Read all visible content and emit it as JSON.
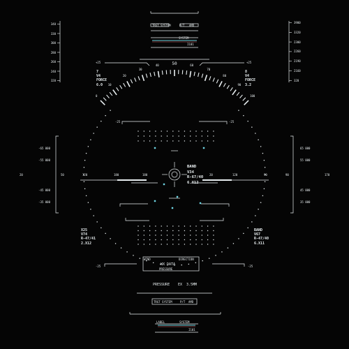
{
  "colors": {
    "background": "#050505",
    "hud_line": "#e8eef0",
    "accent_cyan": "#6fd6e4",
    "accent_red": "#e06060"
  },
  "top": {
    "panel_text": "TRGT SYSTEM",
    "mid_label": "P/T",
    "right_label": "AMD",
    "small_label": "SYSTEM",
    "code": "I101"
  },
  "left_scale": [
    "340",
    "330",
    "300",
    "280",
    "260",
    "240",
    "320"
  ],
  "right_scale": [
    "3900",
    "3320",
    "2300",
    "2260",
    "2190",
    "2160",
    "320"
  ],
  "heading": {
    "left_plus": "+25",
    "right_plus": "+25",
    "left_minus": "-25",
    "right_minus": "-25",
    "left_minus_low": "-25",
    "right_minus_low": "-25",
    "ticks_left": [
      "0",
      "10",
      "20",
      "30",
      "40"
    ],
    "center": "50",
    "ticks_right": [
      "60",
      "70",
      "80",
      "90",
      "100"
    ]
  },
  "left_readout": [
    "7",
    "V4",
    "FORCE",
    "6.0"
  ],
  "right_readout": [
    "8",
    "V4",
    "FORCE",
    "3.2"
  ],
  "center_block": [
    "BAND",
    "V34",
    "R-67/40",
    "6.X12"
  ],
  "side_values_left": [
    "-65 000",
    "-55 000",
    "-45 000",
    "-35 000"
  ],
  "side_values_right": [
    "65 000",
    "55 000",
    "45 000",
    "35 000"
  ],
  "horizon": {
    "far_left": "20",
    "left_a": "50",
    "left_b": "120",
    "left_c": "180",
    "right_a": "20",
    "right_b": "120",
    "right_c": "90",
    "far_right": "170"
  },
  "lower_left_block": [
    "X25",
    "V74",
    "R-47/41",
    "2.X12"
  ],
  "lower_right_block": [
    "BAND",
    "V67",
    "R-47/40",
    "6.X11"
  ],
  "lower_panel": {
    "label_a": "WIND",
    "label_b": "DIRECTION",
    "title": "WX DATA",
    "sub": "PRESSURE"
  },
  "pressure_line": {
    "label": "PRESSURE",
    "unit": "EX",
    "value": "3.5MM"
  },
  "bottom": {
    "panel_text": "TRGT SYSTEM",
    "mid_label": "P/T",
    "right_label": "AMD",
    "small_a": "LABEL",
    "small_b": "SYSTEM",
    "code": "I101"
  }
}
